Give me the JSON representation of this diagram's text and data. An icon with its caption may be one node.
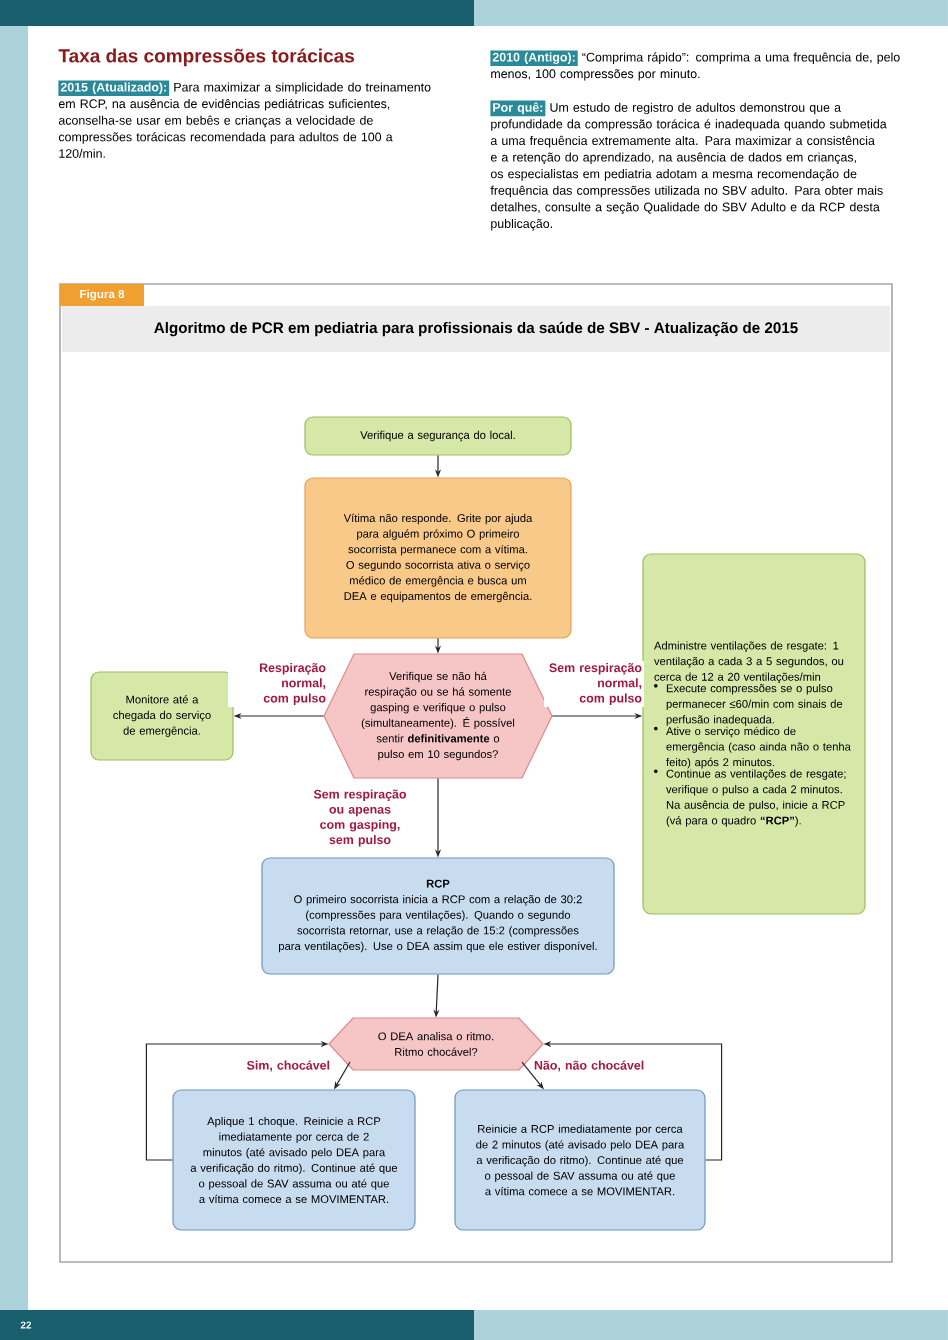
{
  "diagram": {
    "title": "Algoritmo de PCR em pediatria para profissionais da saúde de SBV - Atualização de 2015",
    "nodes": [
      {
        "text": [
          "Verifique a segurança do local."
        ]
      },
      {
        "text": [
          "Vítima não responde. Grite por ajuda para alguém próximo O primeiro socorrista permanece com a vítima. O segundo socorrista ativa o serviço médico de emergência e busca um DEA e equipamentos de emergência."
        ]
      },
      {
        "text": [
          "Verifique se não há respiração ou se há somente gasping e verifique o pulso (simultaneamente). É possível sentir **definitivamente** o pulso em 10 segundos?"
        ]
      },
      {
        "text": [
          "Monitore até a chegada do serviço de emergência."
        ]
      },
      {
        "text": [
          "Administre ventilações de resgate: 1 ventilação a cada 3 a 5 segundos, ou cerca de 12 a 20 ventilações/min",
          "Execute compressões se o pulso permanecer ≤60/min com sinais de perfusão inadequada.",
          "Ative o serviço médico de emergência (caso ainda não o tenha feito) após 2 minutos.",
          "Continue as ventilações de resgate; verifique o pulso a cada 2 minutos. Na ausência de pulso, inicie a RCP (vá para o quadro **“RCP”**)."
        ]
      },
      {
        "text": [
          "RCP",
          "O primeiro socorrista inicia a RCP com a relação de 30:2 (compressões para ventilações). Quando o segundo socorrista retornar, use a relação de 15:2 (compressões para ventilações). Use o DEA assim que ele estiver disponível."
        ]
      },
      {
        "text": [
          "O DEA analisa o ritmo. Ritmo chocável?"
        ]
      },
      {
        "text": [
          "Aplique 1 choque. Reinicie a RCP imediatamente por cerca de 2 minutos (até avisado pelo DEA para a verificação do ritmo). Continue até que o pessoal de SAV assuma ou até que a vítima comece a se MOVIMENTAR."
        ]
      },
      {
        "text": [
          "Reinicie a RCP imediatamente por cerca de 2 minutos (até avisado pelo DEA para a verificação do ritmo). Continue até que o pessoal de SAV assuma ou até que a vítima comece a se MOVIMENTAR."
        ]
      }
    ],
    "edges": [
      {
        "from": 0,
        "to": 1,
        "arrow": "to"
      },
      {
        "from": 1,
        "to": 2,
        "arrow": "to"
      },
      {
        "from": 2,
        "to": 3,
        "arrow": "to",
        "label": "Respiração normal, com pulso"
      },
      {
        "from": 2,
        "to": 4,
        "arrow": "to",
        "label": "Sem respiração normal, com pulso"
      },
      {
        "from": 2,
        "to": 5,
        "arrow": "to",
        "label": "Sem respiração ou apenas com gasping, sem pulso"
      },
      {
        "from": 5,
        "to": 6,
        "arrow": "to"
      },
      {
        "from": 6,
        "to": 7,
        "arrow": "to",
        "label": "Sim, chocável"
      },
      {
        "from": 6,
        "to": 8,
        "arrow": "to",
        "label": "Não, não chocável"
      },
      {
        "from": 7,
        "to": 6,
        "arrow": "to"
      },
      {
        "from": 8,
        "to": 6,
        "arrow": "to"
      }
    ],
    "labels": [
      "Taxa das compressões torácicas",
      "2015 (Atualizado):",
      "Para maximizar a simplicidade do treinamento em RCP, na ausência de evidências pediátricas suficientes, aconselha-se usar em bebês e crianças a velocidade de compressões torácicas recomendada para adultos de 100 a 120/min.",
      "2010 (Antigo):",
      "“Comprima rápido”: comprima a uma frequência de, pelo menos, 100 compressões por minuto.",
      "Por quê:",
      "Um estudo de registro de adultos demonstrou que a profundidade da compressão torácica é inadequada quando submetida a uma frequência extremamente alta. Para maximizar a consistência e a retenção do aprendizado, na ausência de dados em crianças, os especialistas em pediatria adotam a mesma recomendação de frequência das compressões utilizada no SBV adulto. Para obter mais detalhes, consulte a seção Qualidade do SBV Adulto e da RCP desta publicação.",
      "Figura 8",
      "22"
    ]
  }
}
